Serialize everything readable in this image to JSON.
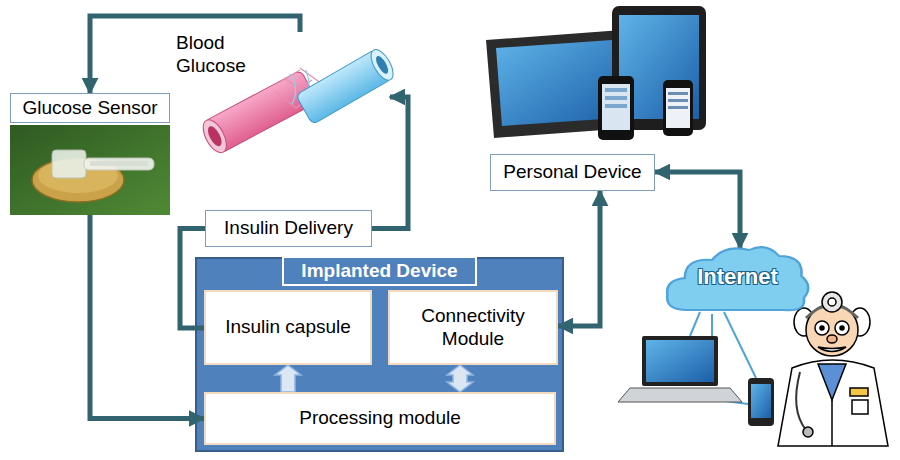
{
  "diagram": {
    "nodes": [
      {
        "text": [
          "Glucose Sensor"
        ]
      },
      {
        "text": [
          "Blood Glucose"
        ]
      },
      {
        "text": [
          "Insulin Delivery"
        ]
      },
      {
        "text": [
          "Personal Device"
        ]
      },
      {
        "text": [
          "Implanted Device"
        ]
      },
      {
        "text": [
          "Insulin capsule"
        ],
        "in": 4
      },
      {
        "text": [
          "Connectivity Module"
        ],
        "in": 4
      },
      {
        "text": [
          "Processing module"
        ],
        "in": 4
      },
      {
        "text": [
          "Internet"
        ]
      }
    ],
    "edges": [
      {
        "from": 1,
        "to": 0,
        "arrow": "to"
      },
      {
        "from": 0,
        "to": 7,
        "arrow": "to"
      },
      {
        "from": 5,
        "to": 2,
        "arrow": "none"
      },
      {
        "from": 2,
        "to": 1,
        "arrow": "to"
      },
      {
        "from": 7,
        "to": 5,
        "arrow": "to"
      },
      {
        "from": 7,
        "to": 6,
        "arrow": "both"
      },
      {
        "from": 6,
        "to": 3,
        "arrow": "both"
      },
      {
        "from": 3,
        "to": 8,
        "arrow": "both"
      }
    ]
  }
}
